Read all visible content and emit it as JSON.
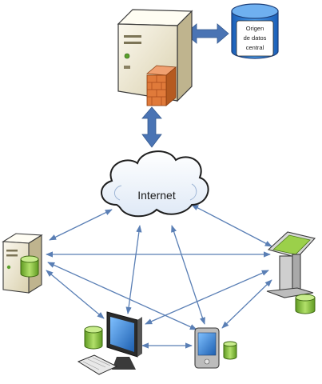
{
  "diagram": {
    "nodes": {
      "central_server": {
        "kind": "server-with-firewall"
      },
      "central_db": {
        "label_lines": [
          "Origen",
          "de datos",
          "central"
        ]
      },
      "internet": {
        "label": "Internet"
      },
      "left_server": {
        "kind": "server-with-database"
      },
      "kiosk": {
        "kind": "kiosk-terminal-with-database"
      },
      "desktop": {
        "kind": "desktop-pc-with-database"
      },
      "mobile": {
        "kind": "pda-with-database"
      }
    },
    "connections": [
      [
        "central_server",
        "central_db"
      ],
      [
        "central_server",
        "internet"
      ],
      [
        "internet",
        "left_server"
      ],
      [
        "internet",
        "kiosk"
      ],
      [
        "internet",
        "desktop"
      ],
      [
        "internet",
        "mobile"
      ],
      [
        "left_server",
        "kiosk"
      ],
      [
        "left_server",
        "desktop"
      ],
      [
        "left_server",
        "mobile"
      ],
      [
        "kiosk",
        "desktop"
      ],
      [
        "kiosk",
        "mobile"
      ],
      [
        "desktop",
        "mobile"
      ]
    ],
    "colors": {
      "connector": "#5a7fb5",
      "thick_arrow": "#4a74b4",
      "database_blue": "#2e78d6",
      "database_green": "#8ec63f",
      "firewall": "#e07a3a",
      "server_body": "#ede6cc"
    }
  }
}
